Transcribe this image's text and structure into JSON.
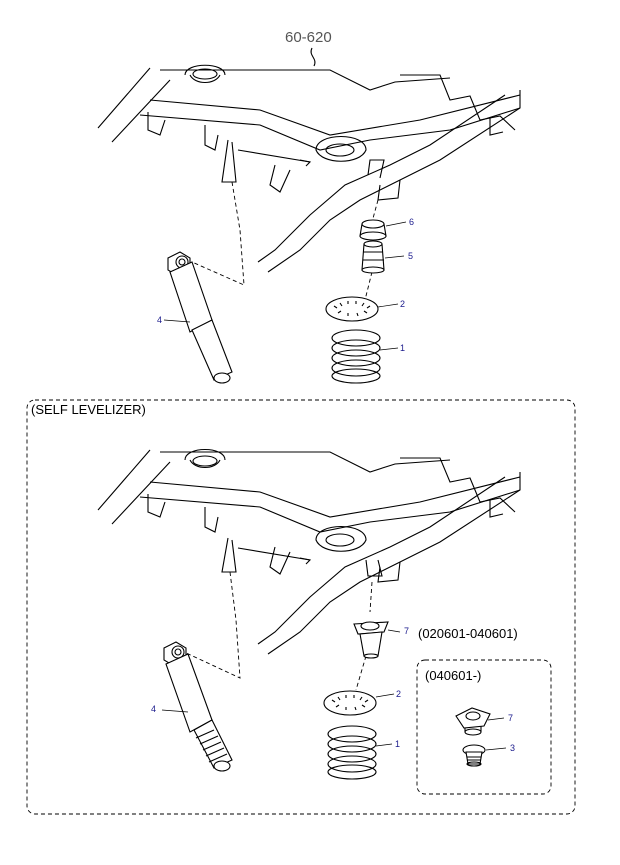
{
  "header": {
    "ref_code": "60-620"
  },
  "sections": {
    "self_levelizer": {
      "title": "(SELF LEVELIZER)"
    },
    "sub_box": {
      "title": "(040601-)"
    }
  },
  "callouts": {
    "top": {
      "p6": "6",
      "p5": "5",
      "p4": "4",
      "p2": "2",
      "p1": "1"
    },
    "mid": {
      "p7": "7",
      "p7_range": "(020601-040601)",
      "p4": "4",
      "p2": "2",
      "p1": "1"
    },
    "sub": {
      "p7": "7",
      "p3": "3"
    }
  },
  "colors": {
    "callout_number": "#1a1a8c",
    "line": "#000000"
  }
}
